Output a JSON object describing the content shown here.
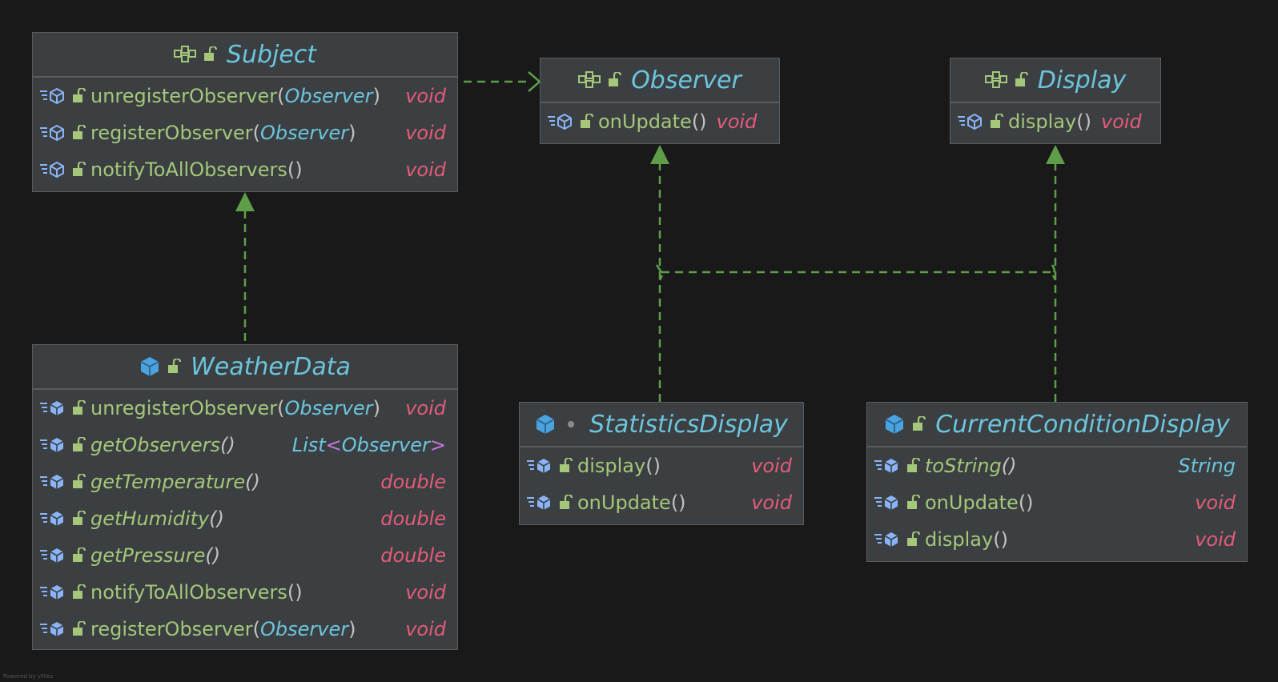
{
  "colors": {
    "background": "#19191a",
    "class_fill": "#3c3f41",
    "class_border": "#5a5d60",
    "title": "#6cc5dd",
    "method": "#a4c77a",
    "return_type": "#e55b7a",
    "generic": "#c678dd",
    "arrow": "#5e9e48"
  },
  "classes": {
    "subject": {
      "kind": "interface-icon",
      "name": "Subject",
      "methods": [
        {
          "name": "unregisterObserver",
          "open": "(",
          "param": "Observer",
          "close": ")",
          "ret": "void"
        },
        {
          "name": "registerObserver",
          "open": "(",
          "param": "Observer",
          "close": ")",
          "ret": "void"
        },
        {
          "name": "notifyToAllObservers",
          "open": "()",
          "param": "",
          "close": "",
          "ret": "void"
        }
      ]
    },
    "observer": {
      "kind": "interface-icon",
      "name": "Observer",
      "methods": [
        {
          "name": "onUpdate",
          "open": "()",
          "ret": "void"
        }
      ]
    },
    "display": {
      "kind": "interface-icon",
      "name": "Display",
      "methods": [
        {
          "name": "display",
          "open": "()",
          "ret": "void"
        }
      ]
    },
    "weatherdata": {
      "kind": "class-icon",
      "name": "WeatherData",
      "methods": [
        {
          "name": "unregisterObserver",
          "open": "(",
          "param": "Observer",
          "close": ")",
          "ret": "void"
        },
        {
          "name": "getObservers",
          "open": "()",
          "ret_pre": "List",
          "ret_lt": "<",
          "ret_mid": "Observer",
          "ret_gt": ">"
        },
        {
          "name": "getTemperature",
          "open": "()",
          "ret": "double"
        },
        {
          "name": "getHumidity",
          "open": "()",
          "ret": "double"
        },
        {
          "name": "getPressure",
          "open": "()",
          "ret": "double"
        },
        {
          "name": "notifyToAllObservers",
          "open": "()",
          "ret": "void"
        },
        {
          "name": "registerObserver",
          "open": "(",
          "param": "Observer",
          "close": ")",
          "ret": "void"
        }
      ]
    },
    "statisticsdisplay": {
      "kind": "class-icon",
      "name": "StatisticsDisplay",
      "methods": [
        {
          "name": "display",
          "open": "()",
          "ret": "void"
        },
        {
          "name": "onUpdate",
          "open": "()",
          "ret": "void"
        }
      ]
    },
    "currentconditiondisplay": {
      "kind": "class-icon",
      "name": "CurrentConditionDisplay",
      "methods": [
        {
          "name": "toString",
          "open": "()",
          "ret": "String"
        },
        {
          "name": "onUpdate",
          "open": "()",
          "ret": "void"
        },
        {
          "name": "display",
          "open": "()",
          "ret": "void"
        }
      ]
    }
  },
  "relations": [
    {
      "from": "Subject",
      "to": "Observer",
      "type": "dependency"
    },
    {
      "from": "WeatherData",
      "to": "Subject",
      "type": "realization"
    },
    {
      "from": "StatisticsDisplay",
      "to": "Observer",
      "type": "realization"
    },
    {
      "from": "StatisticsDisplay",
      "to": "Display",
      "type": "realization"
    },
    {
      "from": "CurrentConditionDisplay",
      "to": "Observer",
      "type": "realization"
    },
    {
      "from": "CurrentConditionDisplay",
      "to": "Display",
      "type": "realization"
    }
  ],
  "footer": "Powered by yFiles"
}
